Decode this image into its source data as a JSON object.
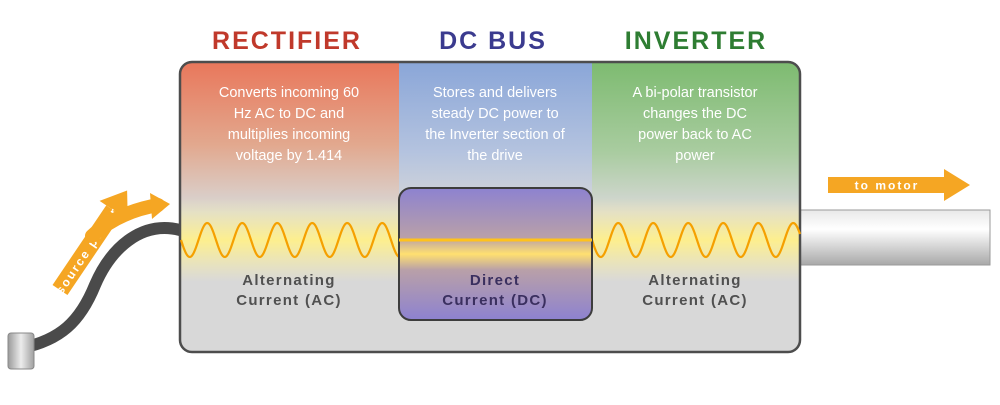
{
  "sections": {
    "rectifier": {
      "heading": "RECTIFIER",
      "color": "#c0392b",
      "description": [
        "Converts incoming 60",
        "Hz AC to DC and",
        "multiplies incoming",
        "voltage by 1.414"
      ],
      "wave_label": [
        "Alternating",
        "Current (AC)"
      ]
    },
    "dc_bus": {
      "heading": "DC BUS",
      "color": "#3b3b8f",
      "description": [
        "Stores and delivers",
        "steady DC power to",
        "the Inverter section of",
        "the drive"
      ],
      "wave_label": [
        "Direct",
        "Current (DC)"
      ]
    },
    "inverter": {
      "heading": "INVERTER",
      "color": "#2e7d32",
      "description": [
        "A bi-polar transistor",
        "changes the DC",
        "power back to AC",
        "power"
      ],
      "wave_label": [
        "Alternating",
        "Current (AC)"
      ]
    }
  },
  "arrows": {
    "source": "source power",
    "motor": "to motor"
  },
  "colors": {
    "arrow": "#f5a623",
    "wave": "#f5a000",
    "box": "#d6d6d6",
    "dc_box": "#8b7fc9"
  }
}
